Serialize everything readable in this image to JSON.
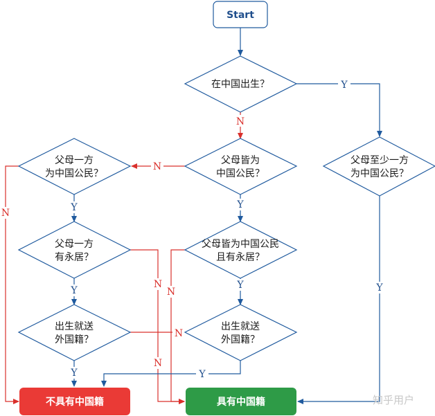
{
  "nodes": {
    "start": "Start",
    "born_in_china": "在中国出生？",
    "parents_both_chinese": [
      "父母皆为",
      "中国公民？"
    ],
    "one_parent_chinese": [
      "父母一方",
      "为中国公民？"
    ],
    "at_least_one_parent": [
      "父母至少一方",
      "为中国公民？"
    ],
    "one_parent_residence": [
      "父母一方",
      "有永居？"
    ],
    "both_chinese_residence": [
      "父母皆为中国公民",
      "且有永居？"
    ],
    "foreign_left": [
      "出生就送",
      "外国籍？"
    ],
    "foreign_mid": [
      "出生就送",
      "外国籍？"
    ],
    "no_citizenship": "不具有中国籍",
    "has_citizenship": "具有中国籍"
  },
  "edge_labels": {
    "yes": "Y",
    "no": "N"
  },
  "colors": {
    "yes_line": "#1f5a9e",
    "no_line": "#d9302c",
    "no_terminal": "#ea3a36",
    "yes_terminal": "#2e9b47"
  },
  "watermark": "知乎用户"
}
